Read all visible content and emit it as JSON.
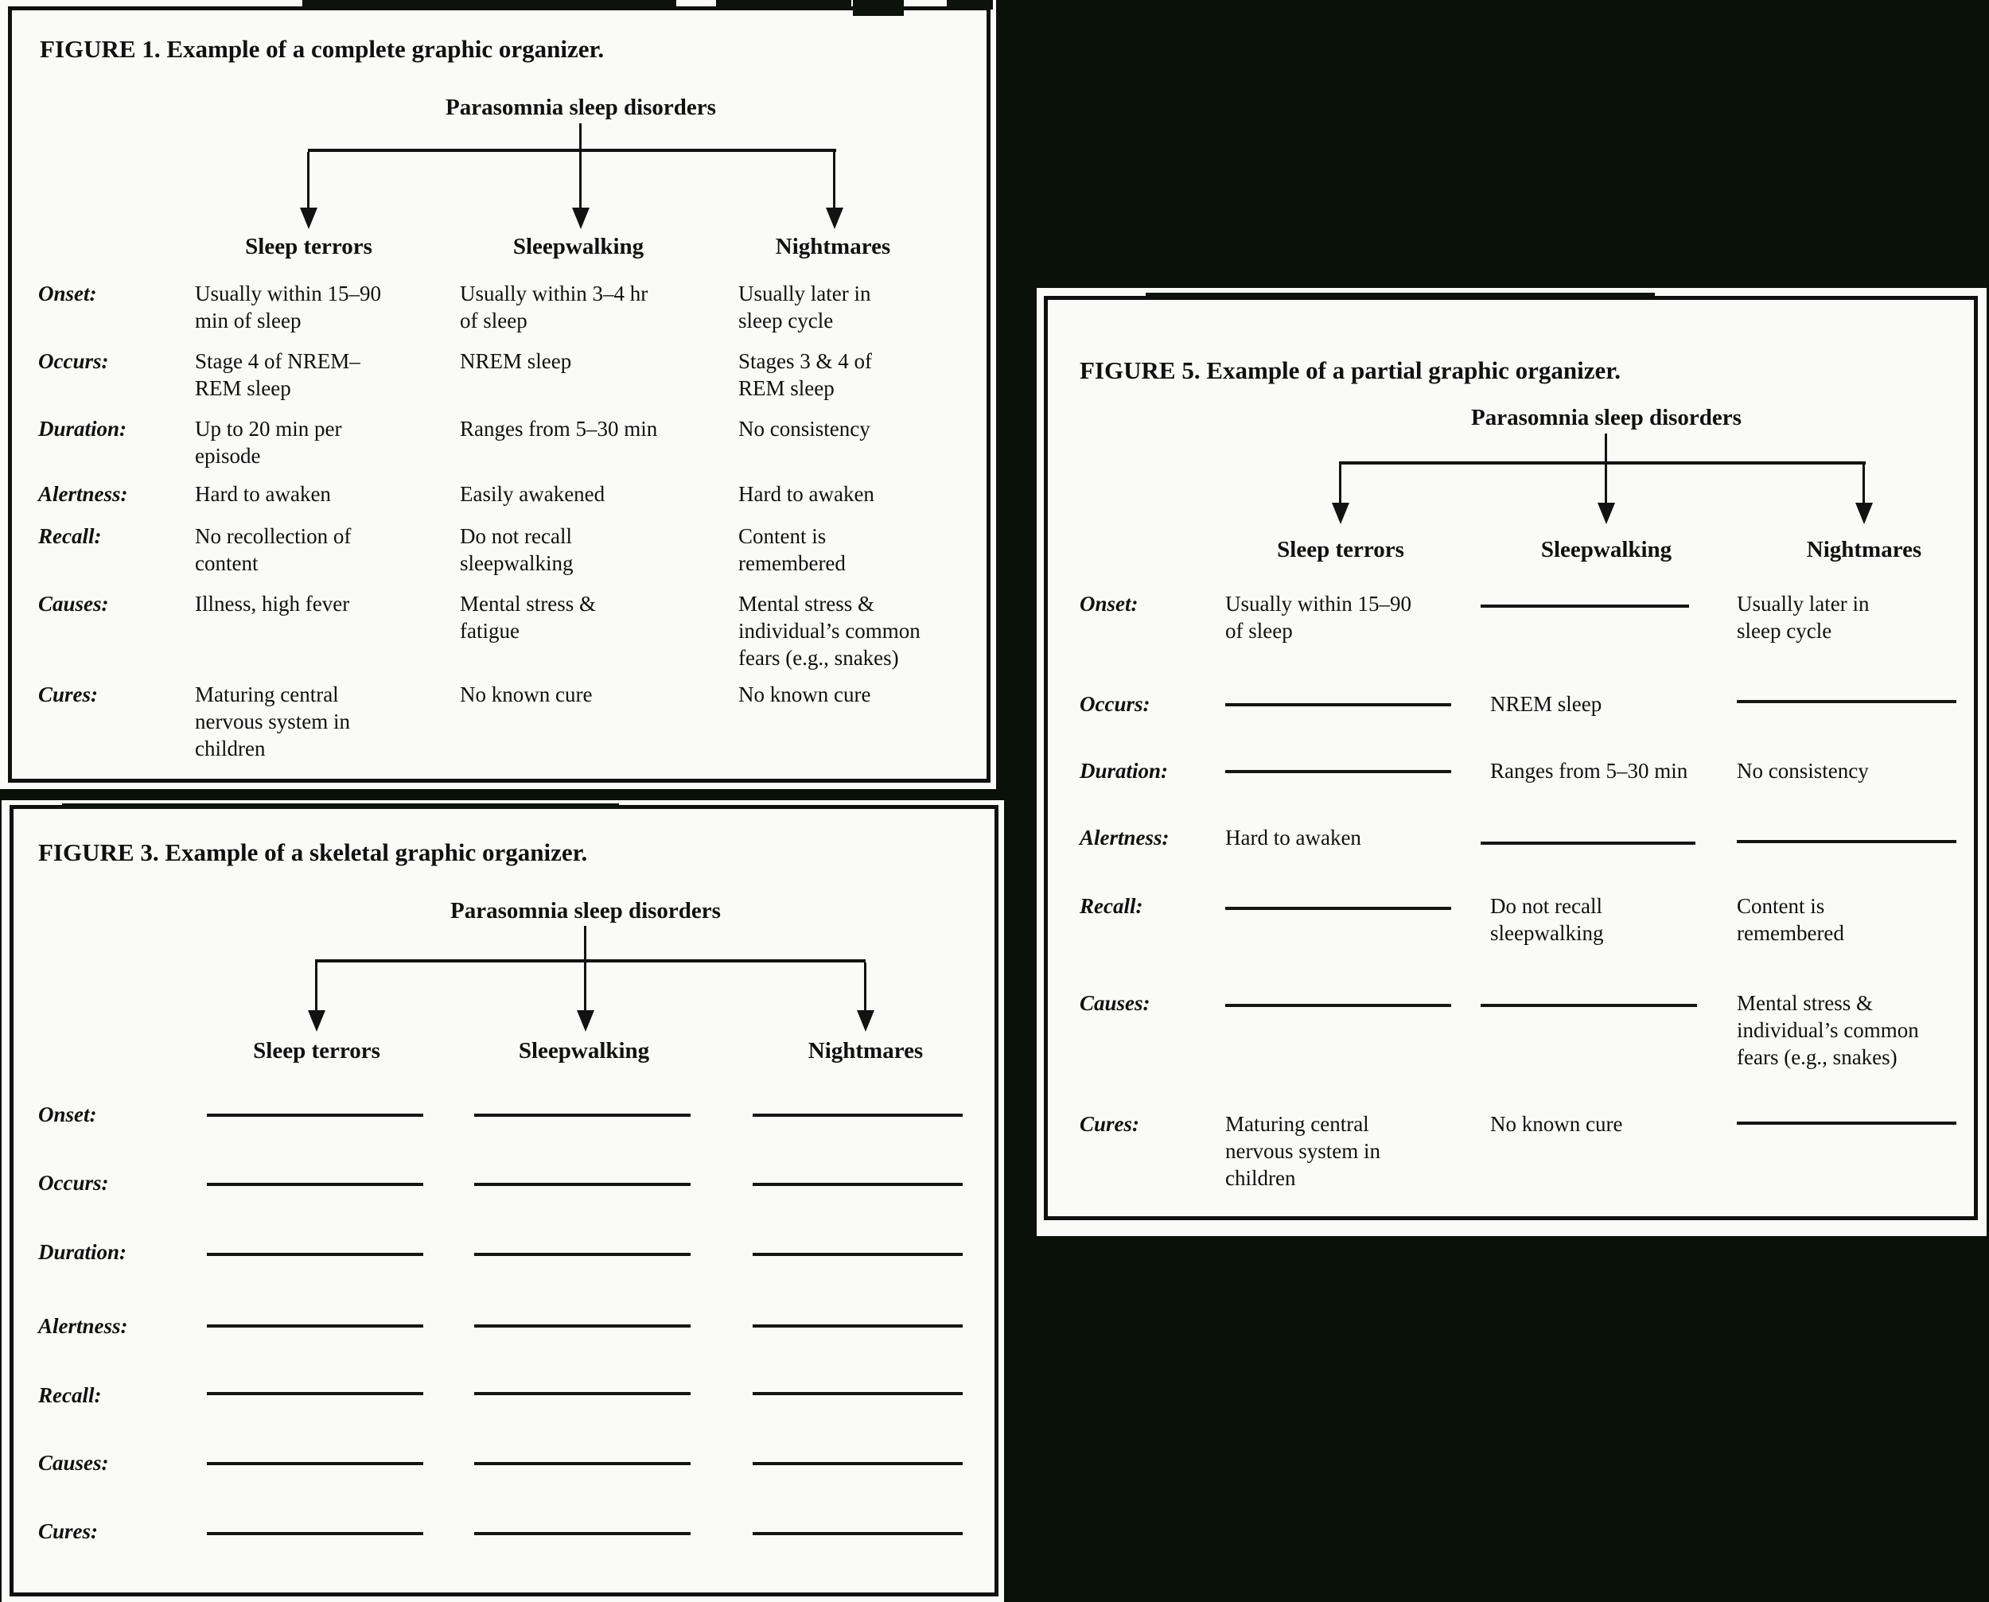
{
  "colors": {
    "page_background": "#0a1109",
    "paper": "#fafaf8",
    "ink": "#101010"
  },
  "figure1": {
    "title": "FIGURE 1. Example of a complete graphic organizer.",
    "root_label": "Parasomnia sleep disorders",
    "column_headers": [
      "Sleep terrors",
      "Sleepwalking",
      "Nightmares"
    ],
    "rows": [
      {
        "label": "Onset:",
        "cells": [
          "Usually within 15–90\nmin of sleep",
          "Usually within 3–4 hr\nof sleep",
          "Usually later in\nsleep cycle"
        ]
      },
      {
        "label": "Occurs:",
        "cells": [
          "Stage 4 of NREM–\nREM sleep",
          "NREM sleep",
          "Stages 3 & 4 of\nREM sleep"
        ]
      },
      {
        "label": "Duration:",
        "cells": [
          "Up to 20 min per\nepisode",
          "Ranges from 5–30 min",
          "No consistency"
        ]
      },
      {
        "label": "Alertness:",
        "cells": [
          "Hard to awaken",
          "Easily awakened",
          "Hard to awaken"
        ]
      },
      {
        "label": "Recall:",
        "cells": [
          "No recollection of\ncontent",
          "Do not recall\nsleepwalking",
          "Content is\nremembered"
        ]
      },
      {
        "label": "Causes:",
        "cells": [
          "Illness, high fever",
          "Mental stress &\nfatigue",
          "Mental stress &\nindividual’s common\nfears (e.g., snakes)"
        ]
      },
      {
        "label": "Cures:",
        "cells": [
          "Maturing central\nnervous system in\nchildren",
          "No known cure",
          "No known cure"
        ]
      }
    ]
  },
  "figure3": {
    "title": "FIGURE 3. Example of a skeletal graphic organizer.",
    "root_label": "Parasomnia sleep disorders",
    "column_headers": [
      "Sleep terrors",
      "Sleepwalking",
      "Nightmares"
    ],
    "rows": [
      {
        "label": "Onset:",
        "cells": [
          "",
          "",
          ""
        ]
      },
      {
        "label": "Occurs:",
        "cells": [
          "",
          "",
          ""
        ]
      },
      {
        "label": "Duration:",
        "cells": [
          "",
          "",
          ""
        ]
      },
      {
        "label": "Alertness:",
        "cells": [
          "",
          "",
          ""
        ]
      },
      {
        "label": "Recall:",
        "cells": [
          "",
          "",
          ""
        ]
      },
      {
        "label": "Causes:",
        "cells": [
          "",
          "",
          ""
        ]
      },
      {
        "label": "Cures:",
        "cells": [
          "",
          "",
          ""
        ]
      }
    ]
  },
  "figure5": {
    "title": "FIGURE 5. Example of a partial graphic organizer.",
    "root_label": "Parasomnia sleep disorders",
    "column_headers": [
      "Sleep terrors",
      "Sleepwalking",
      "Nightmares"
    ],
    "rows": [
      {
        "label": "Onset:",
        "cells": [
          "Usually within 15–90\nof sleep",
          "",
          "Usually later in\nsleep cycle"
        ]
      },
      {
        "label": "Occurs:",
        "cells": [
          "",
          "NREM sleep",
          ""
        ]
      },
      {
        "label": "Duration:",
        "cells": [
          "",
          "Ranges from 5–30 min",
          "No consistency"
        ]
      },
      {
        "label": "Alertness:",
        "cells": [
          "Hard to awaken",
          "",
          ""
        ]
      },
      {
        "label": "Recall:",
        "cells": [
          "",
          "Do not recall\nsleepwalking",
          "Content is\nremembered"
        ]
      },
      {
        "label": "Causes:",
        "cells": [
          "",
          "",
          "Mental stress &\nindividual’s common\nfears (e.g., snakes)"
        ]
      },
      {
        "label": "Cures:",
        "cells": [
          "Maturing central\nnervous system in\nchildren",
          "No known cure",
          ""
        ]
      }
    ]
  }
}
